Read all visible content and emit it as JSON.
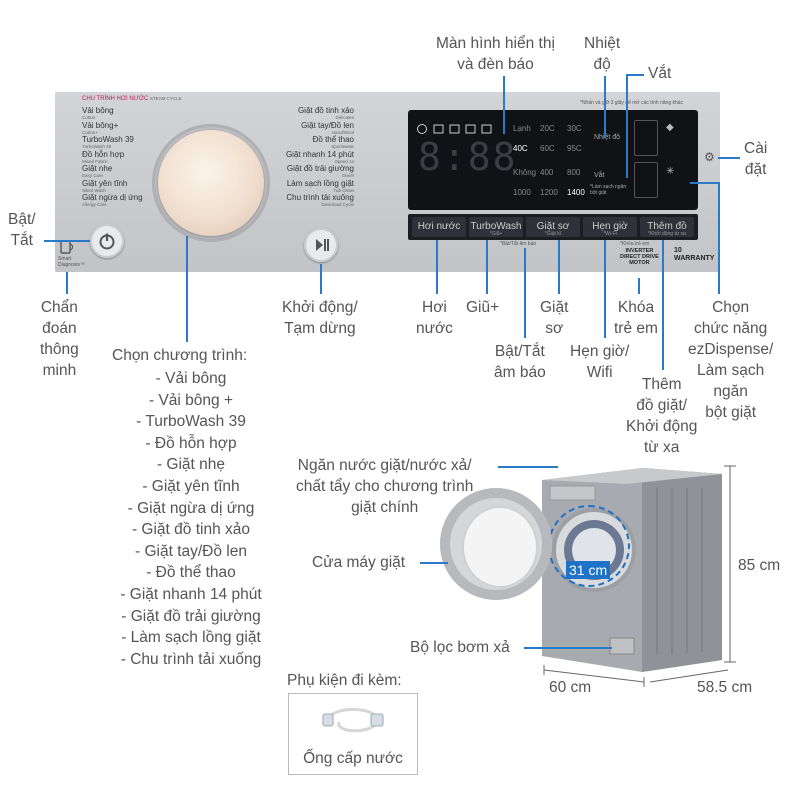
{
  "callouts": {
    "display": "Màn hình hiển thị\nvà đèn báo",
    "temperature": "Nhiệt\nđộ",
    "spin": "Vắt",
    "settings": "Cài\nđặt",
    "power": "Bật/\nTắt",
    "smart_diagnosis": "Chẩn\nđoán\nthông\nminh",
    "start_pause": "Khởi động/\nTạm dừng",
    "steam_water": "Hơi\nnước",
    "hold": "Giũ+",
    "prewash": "Giặt\nsơ",
    "chime": "Bật/Tắt\nâm báo",
    "timer_wifi": "Hẹn giờ/\nWifi",
    "child_lock": "Khóa\ntrẻ em",
    "add_item": "Thêm\nđồ giặt/\nKhởi động\ntừ xa",
    "ezdispense": "Chọn\nchức năng\nezDispense/\nLàm sạch\nngăn\nbột giặt",
    "drawer": "Ngăn nước giặt/nước xả/\nchất tẩy cho chương trình\ngiặt chính",
    "door": "Cửa máy giặt",
    "pump_filter": "Bộ lọc bơm xả",
    "door_size": "31 cm",
    "height": "85 cm",
    "width": "60 cm",
    "depth": "58.5 cm",
    "accessories_title": "Phụ kiện đi kèm:",
    "accessory_hose": "Ống cấp nước"
  },
  "program_list": {
    "title": "Chọn chương trình:",
    "items": [
      "- Vải bông",
      "- Vải bông +",
      "- TurboWash 39",
      "- Đồ hỗn hợp",
      "- Giặt nhẹ",
      "- Giặt yên tĩnh",
      "- Giặt ngừa dị ứng",
      "- Giặt đồ tinh xảo",
      "- Giặt tay/Đồ len",
      "- Đồ thể thao",
      "- Giặt nhanh 14 phút",
      "- Giặt đồ trải giường",
      "- Làm sạch lồng giặt",
      "- Chu trình tải xuống"
    ]
  },
  "panel": {
    "cycle_header": "CHU TRÌNH HƠI NƯỚC",
    "cycle_header_en": "STEAM CYCLE",
    "smart_diag": "Smart\nDiagnosis™",
    "note": "*Nhấn và giữ 3 giây để mở các tính năng khác",
    "left_programs": [
      {
        "vi": "Vải bông",
        "en": "Cotton"
      },
      {
        "vi": "Vải bông+",
        "en": "Cotton+"
      },
      {
        "vi": "TurboWash 39",
        "en": "TurboWash 39"
      },
      {
        "vi": "Đồ hỗn hợp",
        "en": "Mixed Fabric"
      },
      {
        "vi": "Giặt nhẹ",
        "en": "Easy Care"
      },
      {
        "vi": "Giặt yên tĩnh",
        "en": "Silent Wash"
      },
      {
        "vi": "Giặt ngừa dị ứng",
        "en": "Allergy Care"
      }
    ],
    "right_programs": [
      {
        "vi": "Giặt đồ tinh xảo",
        "en": "Delicates"
      },
      {
        "vi": "Giặt tay/Đồ len",
        "en": "Hand/Wool"
      },
      {
        "vi": "Đồ thể thao",
        "en": "Sportswear"
      },
      {
        "vi": "Giặt nhanh 14 phút",
        "en": "Speed 14"
      },
      {
        "vi": "Giặt đồ trải giường",
        "en": "Duvet"
      },
      {
        "vi": "Làm sạch lồng giặt",
        "en": "Tub Clean"
      },
      {
        "vi": "Chu trình tải xuống",
        "en": "Download Cycle"
      }
    ],
    "display": {
      "digits": "8:88",
      "temps": [
        "Lạnh",
        "20C",
        "30C",
        "40C",
        "60C",
        "95C"
      ],
      "spins": [
        "Không",
        "400",
        "800",
        "1000",
        "1200",
        "1400"
      ],
      "temp_label": "Nhiệt độ",
      "spin_label": "Vắt",
      "spin_sub": "*Làm sạch ngăn\nbột giặt"
    },
    "buttons": [
      {
        "label": "Hơi nước",
        "sub": ""
      },
      {
        "label": "TurboWash",
        "sub": "*Giũ+"
      },
      {
        "label": "Giặt sơ",
        "sub": "*Giặt kĩ"
      },
      {
        "label": "Hẹn giờ",
        "sub": "*Wi-Fi"
      },
      {
        "label": "Thêm đồ giặt",
        "sub": "*Khởi động từ xa"
      }
    ],
    "chime_label": "*Bật/Tắt âm báo",
    "lock_label": "*Khóa trẻ em",
    "inverter": "INVERTER\nDIRECT DRIVE\nMOTOR",
    "warranty": "10\nWARRANTY"
  },
  "colors": {
    "accent_line": "#2b79c9",
    "door_label_bg": "#1e73c8",
    "panel": "#c9cacd"
  }
}
